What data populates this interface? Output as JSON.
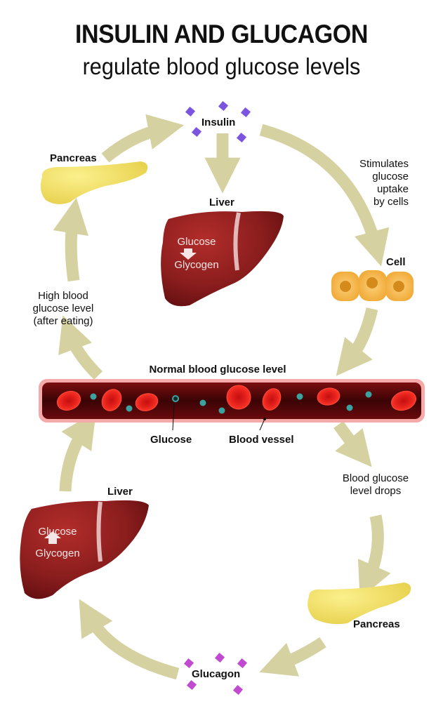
{
  "title": "INSULIN AND GLUCAGON",
  "subtitle": "regulate blood glucose levels",
  "top_cycle": {
    "hormone": "Insulin",
    "pancreas_label": "Pancreas",
    "liver_label": "Liver",
    "liver_process": {
      "from": "Glucose",
      "to": "Glycogen",
      "direction": "down"
    },
    "effect_lines": [
      "Stimulates",
      "glucose",
      "uptake",
      "by cells"
    ],
    "cell_label": "Cell",
    "trigger_lines": [
      "High blood",
      "glucose level",
      "(after eating)"
    ]
  },
  "vessel": {
    "title": "Normal blood glucose level",
    "glucose_callout": "Glucose",
    "vessel_callout": "Blood vessel"
  },
  "bottom_cycle": {
    "hormone": "Glucagon",
    "pancreas_label": "Pancreas",
    "liver_label": "Liver",
    "liver_process": {
      "from": "Glucose",
      "to": "Glycogen",
      "direction": "up"
    },
    "trigger_lines": [
      "Blood glucose",
      "level drops"
    ]
  },
  "colors": {
    "arrow": "#d6d1a0",
    "insulin": "#7b55e0",
    "glucagon": "#c04ad0",
    "liver": "#8e1f1f",
    "pancreas": "#f3e36a",
    "cell": "#f4b648",
    "vessel": "#5a0a0a",
    "rbc": "#e31a1a",
    "glucose": "#3aa3a0"
  }
}
